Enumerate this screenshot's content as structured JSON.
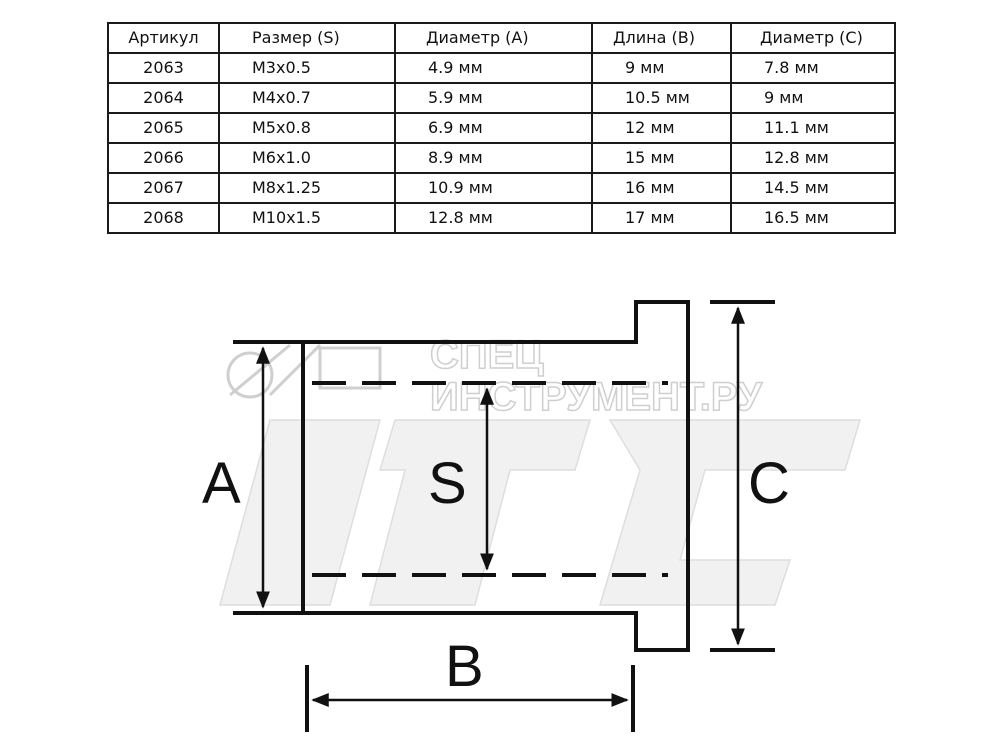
{
  "table": {
    "headers": [
      "Артикул",
      "Размер (S)",
      "Диаметр (A)",
      "Длина (B)",
      "Диаметр (C)"
    ],
    "rows": [
      [
        "2063",
        "M3x0.5",
        "4.9 мм",
        "9 мм",
        "7.8 мм"
      ],
      [
        "2064",
        "M4x0.7",
        "5.9 мм",
        "10.5 мм",
        "9 мм"
      ],
      [
        "2065",
        "M5x0.8",
        "6.9 мм",
        "12 мм",
        "11.1 мм"
      ],
      [
        "2066",
        "M6x1.0",
        "8.9 мм",
        "15 мм",
        "12.8 мм"
      ],
      [
        "2067",
        "M8x1.25",
        "10.9 мм",
        "16 мм",
        "14.5 мм"
      ],
      [
        "2068",
        "M10x1.5",
        "12.8 мм",
        "17 мм",
        "16.5 мм"
      ]
    ]
  },
  "diagram": {
    "label_a": "A",
    "label_s": "S",
    "label_c": "C",
    "label_b": "B"
  },
  "watermark": {
    "line1": "СПЕЦ",
    "line2": "ИНСТРУМЕНТ.РУ",
    "logo": "JTC"
  }
}
